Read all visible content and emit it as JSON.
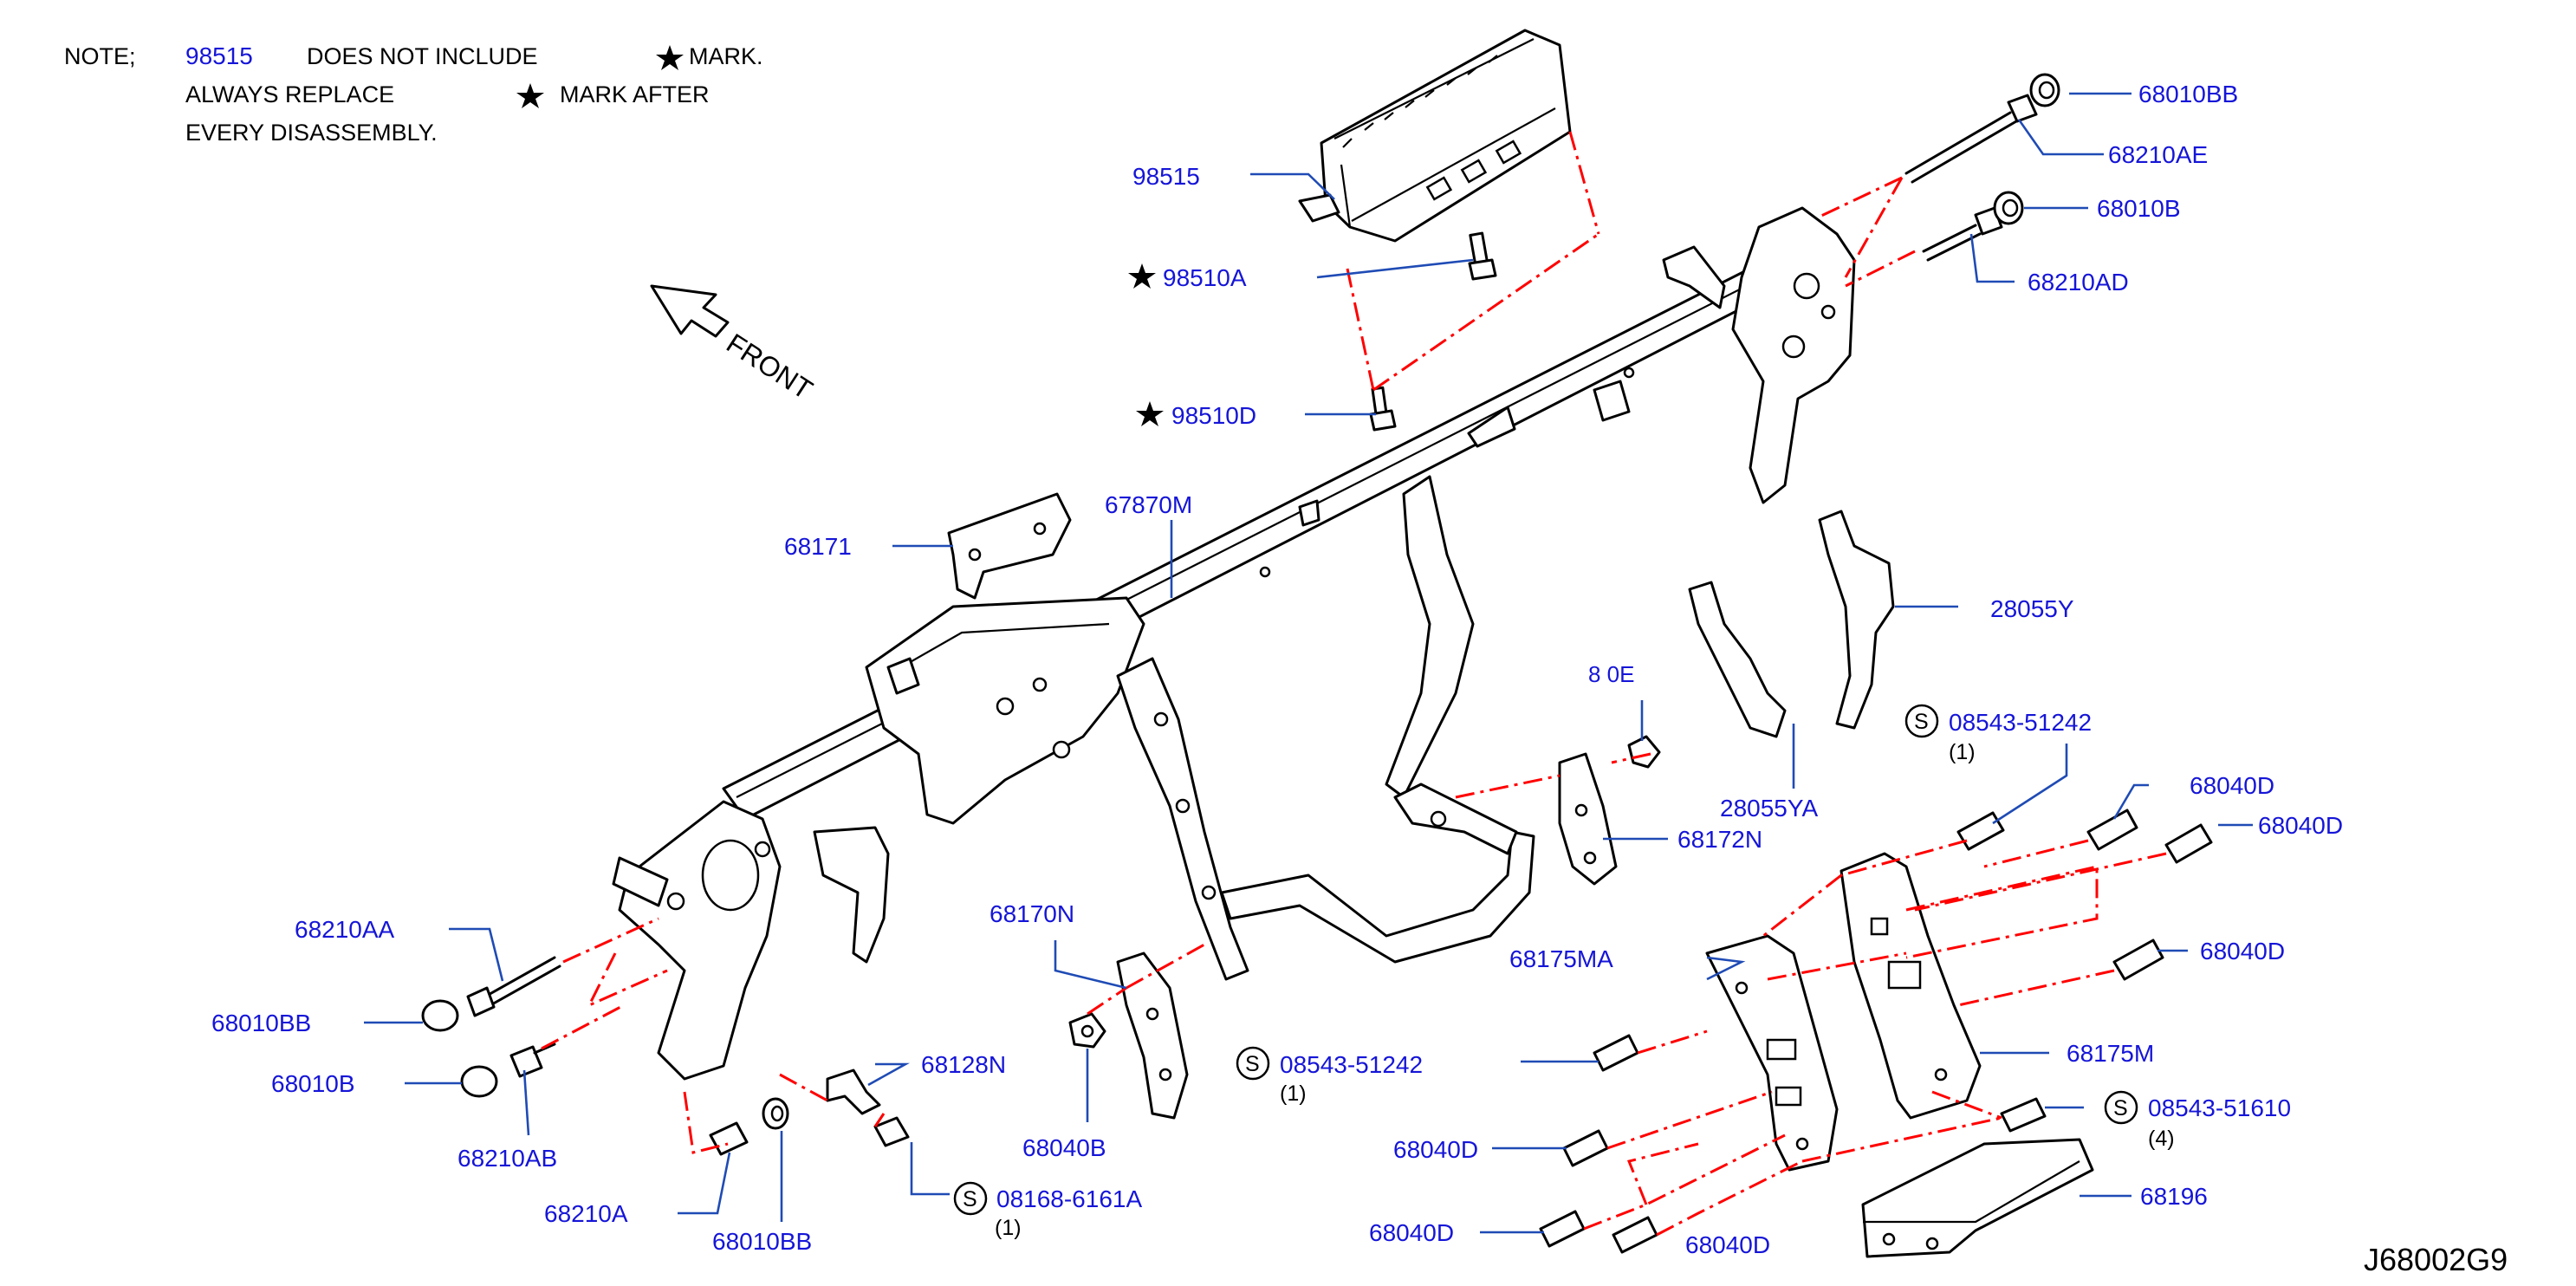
{
  "note": {
    "line1_prefix": "NOTE;",
    "line1_part": "98515",
    "line1_text": "DOES   NOT   INCLUDE",
    "line1_suffix": "MARK.",
    "line2_text": "ALWAYS   REPLACE",
    "line2_suffix": "MARK   AFTER",
    "line3_text": "EVERY   DISASSEMBLY."
  },
  "front_label": "FRONT",
  "diagram_code": "J68002G9",
  "standard_mark": "S",
  "labels": {
    "p98515": "98515",
    "p98510A": "98510A",
    "p98510D": "98510D",
    "p68010BB_top": "68010BB",
    "p68210AE": "68210AE",
    "p68010B_top": "68010B",
    "p68210AD": "68210AD",
    "p67870M": "67870M",
    "p68171": "68171",
    "p28055Y": "28055Y",
    "p28055YA": "28055YA",
    "p68040E_partial": "8 0E",
    "p68172N": "68172N",
    "p68170N": "68170N",
    "p68210AA": "68210AA",
    "p68010BB_left": "68010BB",
    "p68010B_left": "68010B",
    "p68210AB": "68210AB",
    "p68128N": "68128N",
    "p68210A": "68210A",
    "p68010BB_bottom": "68010BB",
    "p08168": "08168-6161A",
    "p08168_qty": "(1)",
    "p68040B": "68040B",
    "p08543_mid": "08543-51242",
    "p08543_mid_qty": "(1)",
    "p08543_right": "08543-51242",
    "p08543_right_qty": "(1)",
    "p68040D_a": "68040D",
    "p68040D_b": "68040D",
    "p68040D_c": "68040D",
    "p68175MA": "68175MA",
    "p68175M": "68175M",
    "p08543_51610": "08543-51610",
    "p08543_51610_qty": "(4)",
    "p68040D_d": "68040D",
    "p68040D_e": "68040D",
    "p68040D_f": "68040D",
    "p68196": "68196"
  }
}
